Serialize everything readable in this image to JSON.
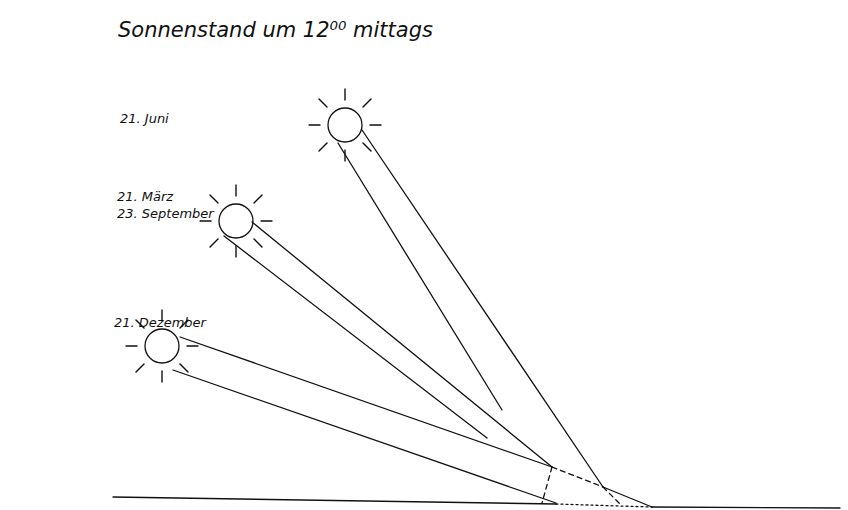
{
  "diagram": {
    "title": "Sonnenstand um 12⁰⁰ mittags",
    "labels": [
      "21. Juni",
      "21. März",
      "23. September",
      "21. Dezember"
    ]
  }
}
